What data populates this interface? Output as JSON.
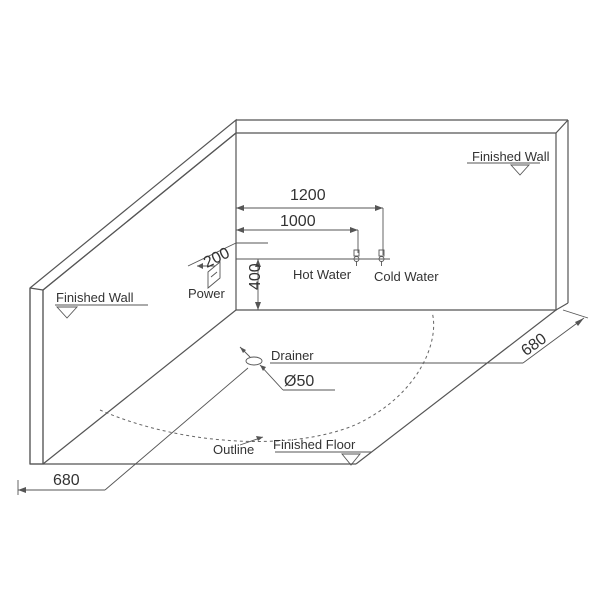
{
  "labels": {
    "finished_wall_right": "Finished Wall",
    "finished_wall_left": "Finished Wall",
    "finished_floor": "Finished Floor",
    "hot_water": "Hot Water",
    "cold_water": "Cold Water",
    "power": "Power",
    "drainer": "Drainer",
    "outline": "Outline"
  },
  "dimensions": {
    "cold_water_offset": "1200",
    "hot_water_offset": "1000",
    "power_offset": "200",
    "height": "400",
    "drain_diameter": "Ø50",
    "depth_right": "680",
    "depth_left": "680"
  }
}
